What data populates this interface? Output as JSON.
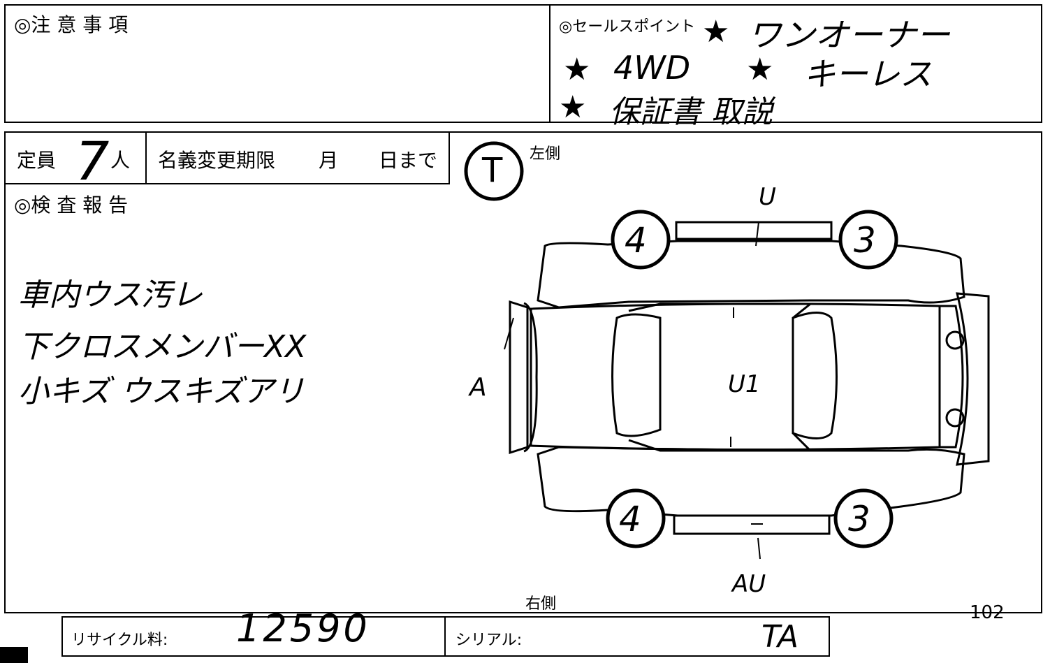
{
  "top_left": {
    "heading": "◎注 意 事 項"
  },
  "sales_points": {
    "heading": "◎セールスポイント",
    "items": [
      "ワンオーナー",
      "4WD",
      "キーレス",
      "保証書 取説"
    ]
  },
  "capacity": {
    "label": "定員",
    "value": "7",
    "unit": "人"
  },
  "transfer_deadline": {
    "label": "名義変更期限",
    "month": "月",
    "day_until": "日まで"
  },
  "inspection": {
    "heading": "◎検 査 報 告",
    "notes": [
      "車内ウス汚レ",
      "下クロスメンバーXX",
      "小キズ ウスキズアリ"
    ]
  },
  "diagram": {
    "badge": "T",
    "left_side": "左側",
    "right_side": "右側",
    "marks": [
      "U",
      "U1",
      "A",
      "AU"
    ],
    "wheels": [
      "4",
      "3",
      "4",
      "3"
    ]
  },
  "sheet_number": "102",
  "footer": {
    "recycle_label": "リサイクル料:",
    "recycle_value": "12590",
    "serial_label": "シリアル:",
    "serial_value": "TA"
  }
}
